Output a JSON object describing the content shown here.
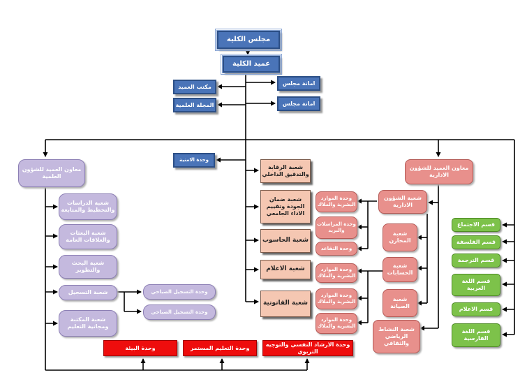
{
  "council": "مجلس الكلية",
  "dean": "عميد الكلية",
  "dean_office": "مكتب العميد",
  "scientific_journal": "المجلة العلمية",
  "council_secretariat_1": "امانة مجلس",
  "council_secretariat_2": "امانة مجلس",
  "security_unit": "وحدة الامنية",
  "vice_dean_scientific": "معاون العميد للشؤون العلمية",
  "vice_dean_admin": "معاون العميد للشؤون الادارية",
  "scientific_divisions": [
    "شعبة الدراسات والتخطيط والمتابعة",
    "شعبة البعثات والعلاقات العامة",
    "شعبة البحث والتطوير",
    "شعبة التسجيل",
    "شعبة المكتبة ومجانية التعليم"
  ],
  "registration_units": [
    "وحدة التسجيل الصباحي",
    "وحدة التسجيل الصباحي"
  ],
  "center_divisions": [
    "شعبة الرقابة والتدقيق الداخلي",
    "شعبة ضمان الجودة وتقييم الاداء الجامعي",
    "شعبة الحاسوب",
    "شعبة الاعلام",
    "شعبة القانونية"
  ],
  "admin_divisions": [
    "شعبة الشؤون الادارية",
    "شعبة المخازن",
    "شعبة الحسابات",
    "شعبة الصيانة",
    "شعبة النشاط الرياضي والثقافي"
  ],
  "admin_units": [
    "وحدة الموارد البشرية والملاك",
    "وحدة المراسلات والبريد",
    "وحدة التقاعد",
    "وحدة الموارد البشرية والملاك",
    "وحدة الموارد البشرية والملاك",
    "وحدة الموارد البشرية والملاك"
  ],
  "departments": [
    "قسم الاجتماع",
    "قسم الفلسفة",
    "قسم الترجمة",
    "قسم اللغة العربية",
    "قسم الاعلام",
    "قسم اللغة الفارسية"
  ],
  "bottom_units": [
    "وحدة الارشاد النفسي والتوجيه التربوي",
    "وحدة التعليم المستمر",
    "وحدة البيئة"
  ]
}
